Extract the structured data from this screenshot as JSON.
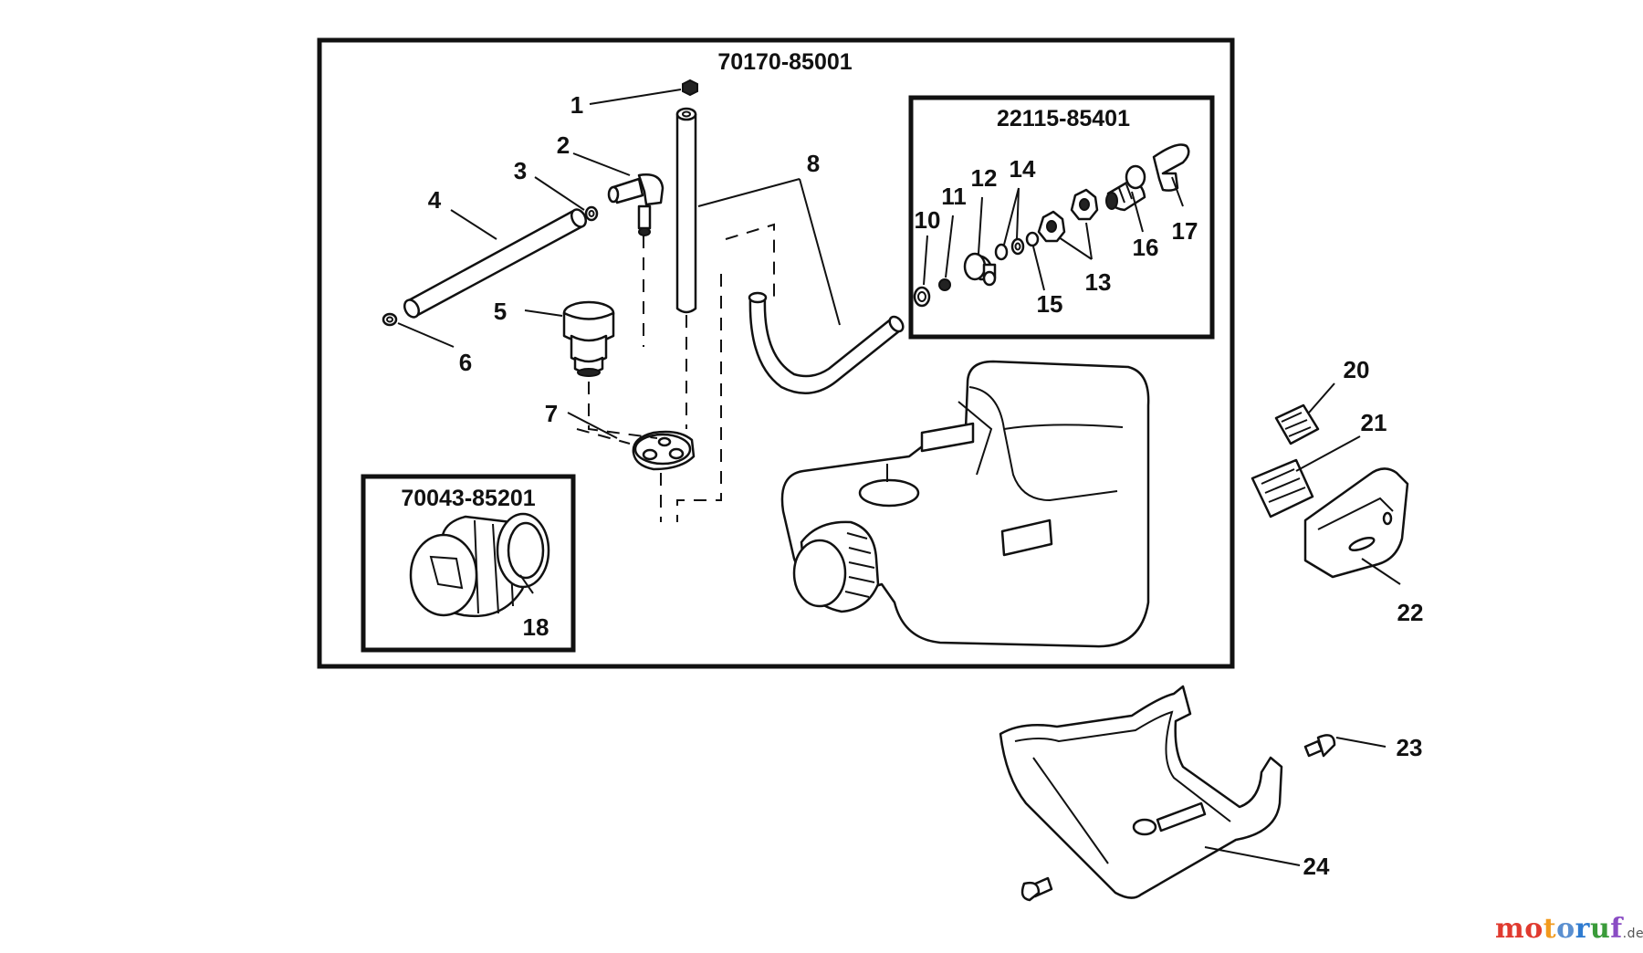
{
  "kits": {
    "main": "70170-85001",
    "valve": "22115-85401",
    "cap": "70043-85201"
  },
  "callouts": [
    "1",
    "2",
    "3",
    "4",
    "5",
    "6",
    "7",
    "8",
    "10",
    "11",
    "12",
    "13",
    "14",
    "15",
    "16",
    "17",
    "18",
    "20",
    "21",
    "22",
    "23",
    "24"
  ],
  "watermark": {
    "part1": "mo",
    "part2": "t",
    "part3": "o",
    "part4": "r",
    "part5": "u",
    "part6": "f",
    "tld": ".de"
  }
}
